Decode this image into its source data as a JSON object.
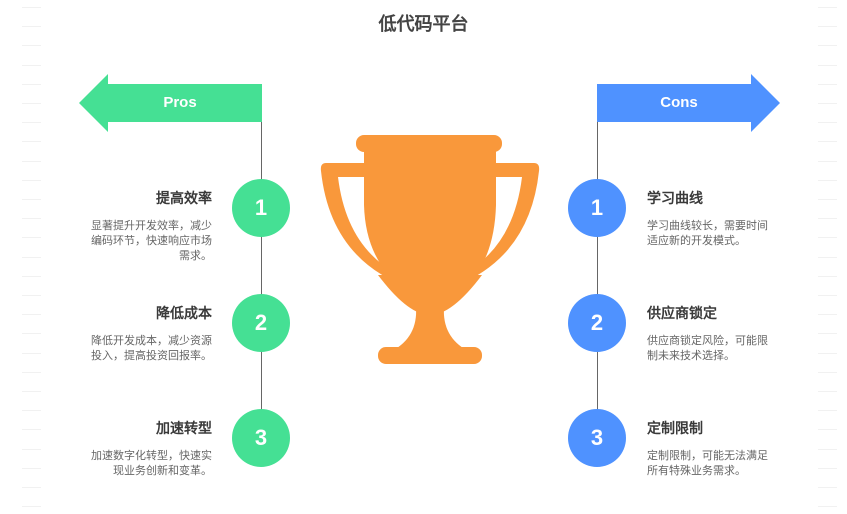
{
  "title": "低代码平台",
  "colors": {
    "pro": "#45e094",
    "con": "#4f92ff",
    "trophy": "#f9983b",
    "line": "#666666"
  },
  "pros": {
    "label": "Pros",
    "items": [
      {
        "number": "1",
        "title": "提高效率",
        "desc": "显著提升开发效率，减少编码环节，快速响应市场需求。"
      },
      {
        "number": "2",
        "title": "降低成本",
        "desc": "降低开发成本，减少资源投入，提高投资回报率。"
      },
      {
        "number": "3",
        "title": "加速转型",
        "desc": "加速数字化转型，快速实现业务创新和变革。"
      }
    ]
  },
  "cons": {
    "label": "Cons",
    "items": [
      {
        "number": "1",
        "title": "学习曲线",
        "desc": "学习曲线较长，需要时间适应新的开发模式。"
      },
      {
        "number": "2",
        "title": "供应商锁定",
        "desc": "供应商锁定风险，可能限制未来技术选择。"
      },
      {
        "number": "3",
        "title": "定制限制",
        "desc": "定制限制，可能无法满足所有特殊业务需求。"
      }
    ]
  },
  "center_icon": "trophy-icon"
}
